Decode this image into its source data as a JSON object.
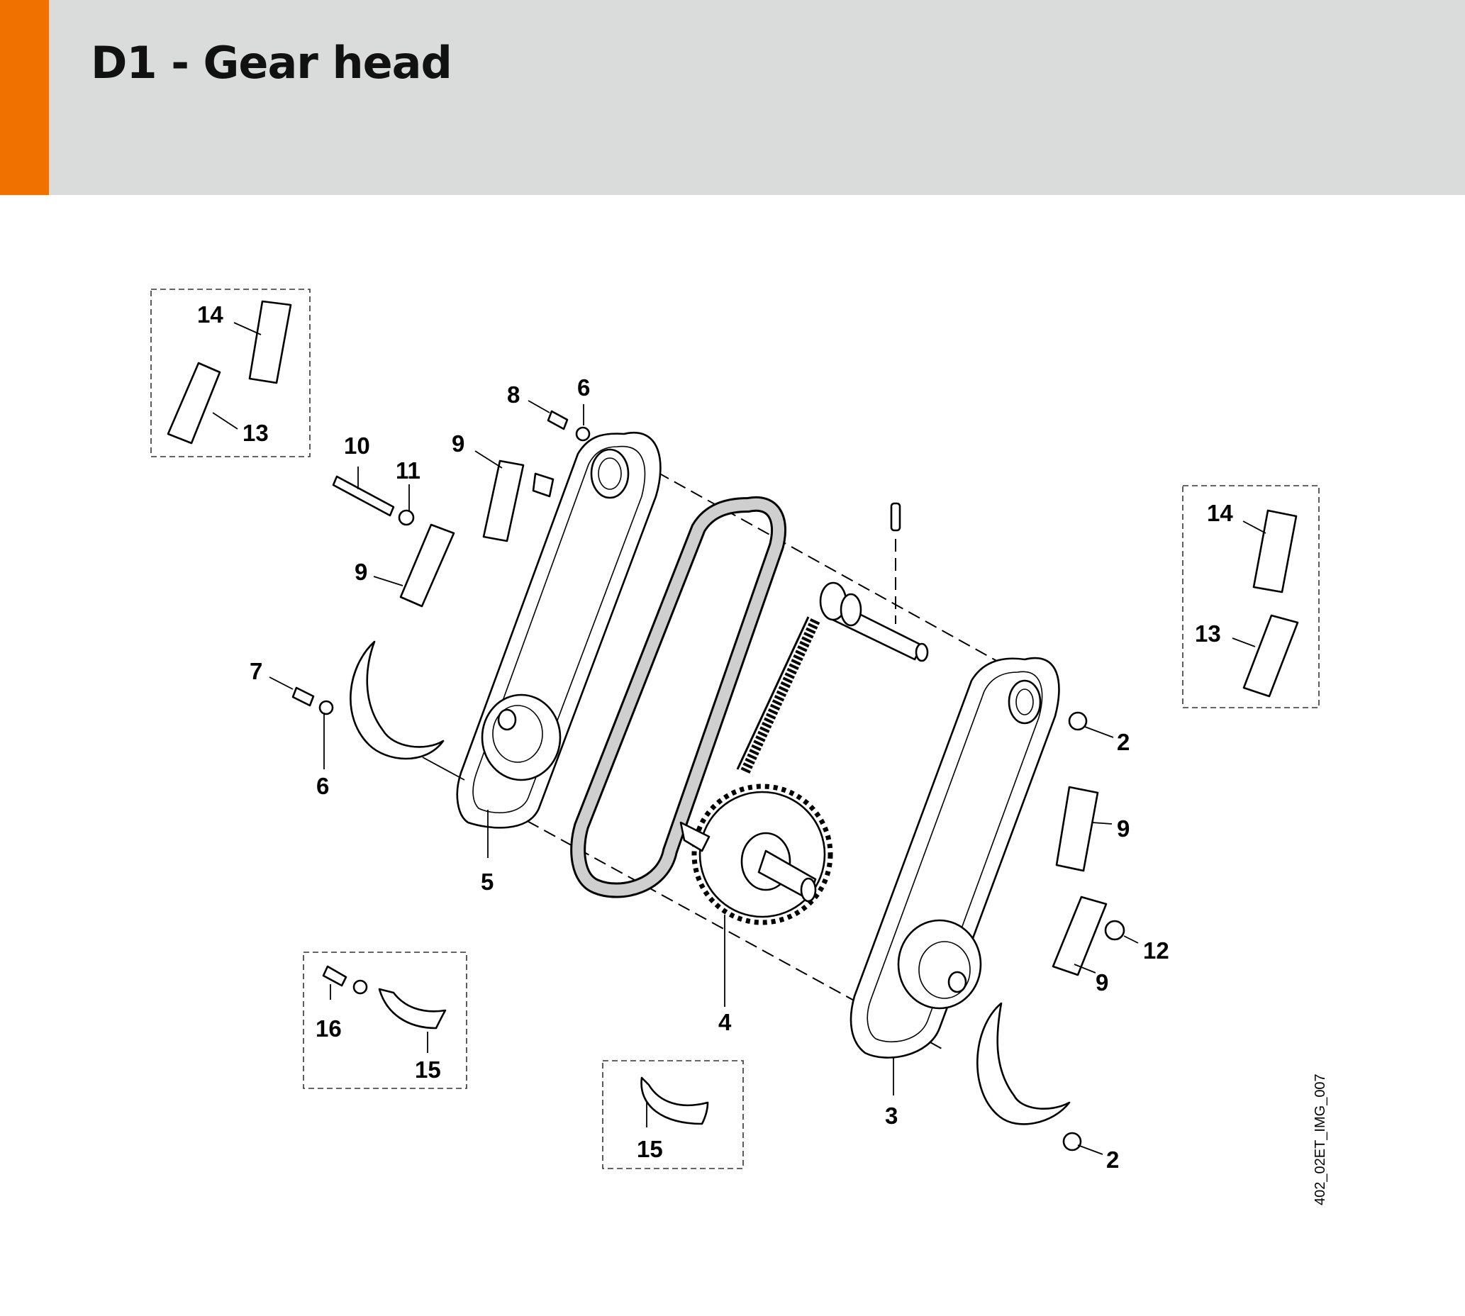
{
  "header": {
    "title": "D1 - Gear head",
    "accent_color": "#f07000",
    "band_color": "#dadcdb"
  },
  "diagram": {
    "image_id": "402_02ET_IMG_007",
    "callouts": {
      "c2_upper": "2",
      "c2_lower": "2",
      "c3": "3",
      "c4": "4",
      "c5": "5",
      "c6_upper": "6",
      "c6_lower": "6",
      "c7": "7",
      "c8": "8",
      "c9_upper": "9",
      "c9_middle": "9",
      "c9_right_upper": "9",
      "c9_right_lower": "9",
      "c10": "10",
      "c11": "11",
      "c12": "12",
      "c13_left": "13",
      "c13_right": "13",
      "c14_left": "14",
      "c14_right": "14",
      "c15_left": "15",
      "c15_center": "15",
      "c16": "16"
    }
  }
}
